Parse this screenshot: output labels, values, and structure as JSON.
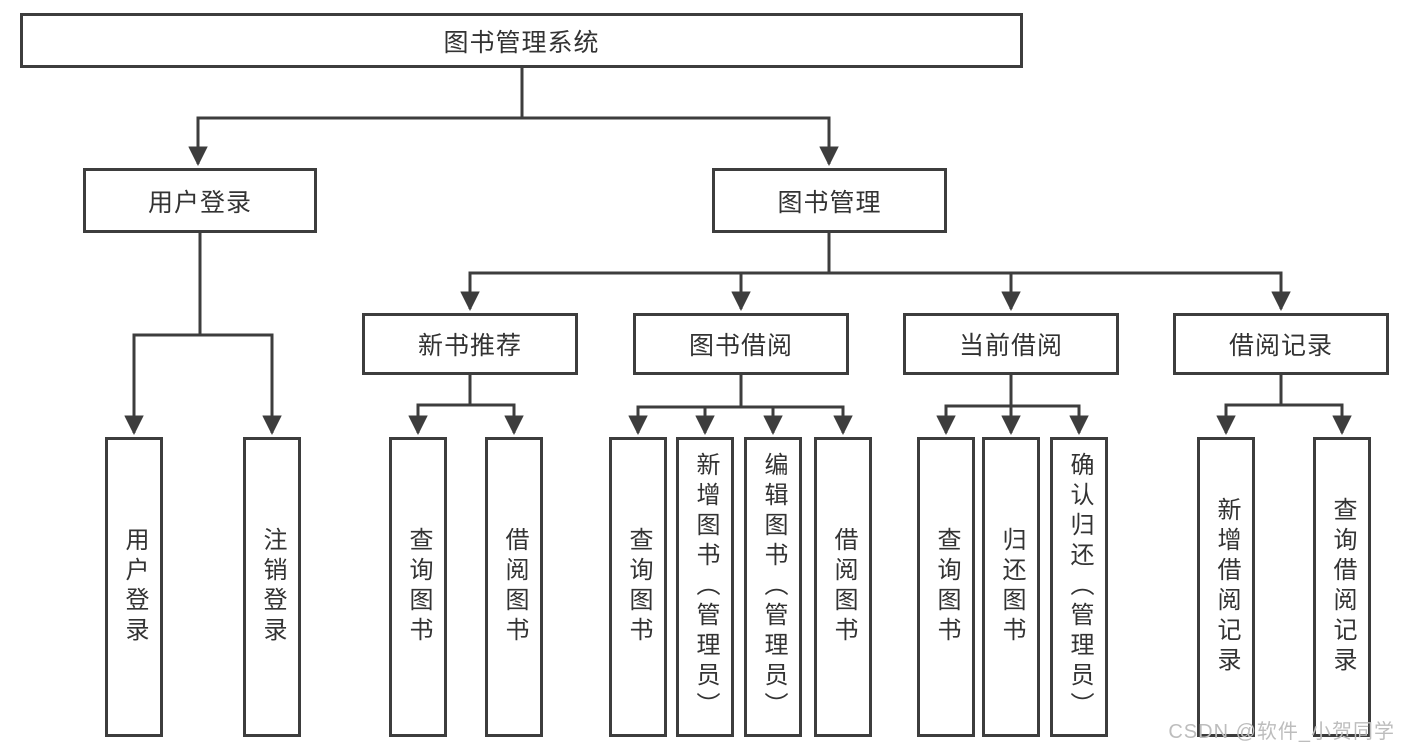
{
  "tree": {
    "root": {
      "label": "图书管理系统",
      "children": [
        {
          "label": "用户登录",
          "children": [
            {
              "label": "用户登录"
            },
            {
              "label": "注销登录"
            }
          ]
        },
        {
          "label": "图书管理",
          "children": [
            {
              "label": "新书推荐",
              "children": [
                {
                  "label": "查询图书"
                },
                {
                  "label": "借阅图书"
                }
              ]
            },
            {
              "label": "图书借阅",
              "children": [
                {
                  "label": "查询图书"
                },
                {
                  "label": "新增图书（管理员）"
                },
                {
                  "label": "编辑图书（管理员）"
                },
                {
                  "label": "借阅图书"
                }
              ]
            },
            {
              "label": "当前借阅",
              "children": [
                {
                  "label": "查询图书"
                },
                {
                  "label": "归还图书"
                },
                {
                  "label": "确认归还（管理员）"
                }
              ]
            },
            {
              "label": "借阅记录",
              "children": [
                {
                  "label": "新增借阅记录"
                },
                {
                  "label": "查询借阅记录"
                }
              ]
            }
          ]
        }
      ]
    }
  },
  "watermark": {
    "text": "CSDN @软件_小贺同学"
  },
  "colors": {
    "line": "#3d3d3d",
    "text": "#333333",
    "background": "#ffffff",
    "watermark": "#bdbdbd"
  }
}
